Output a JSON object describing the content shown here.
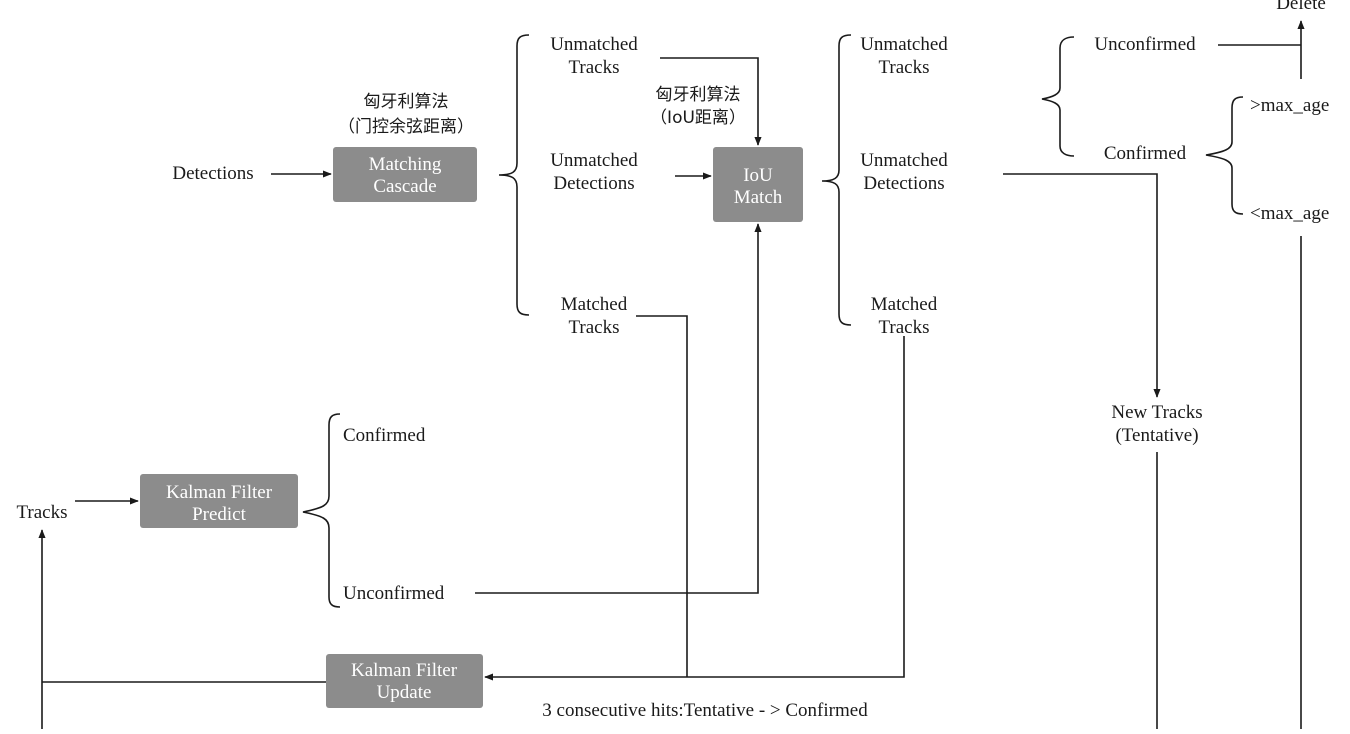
{
  "diagram": {
    "detections": "Detections",
    "tracks": "Tracks",
    "cascade_method_line1": "匈牙利算法",
    "cascade_method_line2": "（门控余弦距离）",
    "iou_method_line1": "匈牙利算法",
    "iou_method_line2": "（IoU距离）",
    "boxes": {
      "matching_cascade": [
        "Matching",
        "Cascade"
      ],
      "iou_match": [
        "IoU",
        "Match"
      ],
      "kf_predict": [
        "Kalman Filter",
        "Predict"
      ],
      "kf_update": [
        "Kalman Filter",
        "Update"
      ]
    },
    "cascade_outputs": {
      "unmatched_tracks": [
        "Unmatched",
        "Tracks"
      ],
      "unmatched_detections": [
        "Unmatched",
        "Detections"
      ],
      "matched_tracks": [
        "Matched",
        "Tracks"
      ]
    },
    "iou_outputs": {
      "unmatched_tracks": [
        "Unmatched",
        "Tracks"
      ],
      "unmatched_detections": [
        "Unmatched",
        "Detections"
      ],
      "matched_tracks": [
        "Matched",
        "Tracks"
      ]
    },
    "predict_outputs": {
      "confirmed": "Confirmed",
      "unconfirmed": "Unconfirmed"
    },
    "track_state": {
      "unconfirmed": "Unconfirmed",
      "confirmed": "Confirmed",
      "delete": "Delete",
      "gt_max_age": ">max_age",
      "lt_max_age": "<max_age"
    },
    "new_tracks": [
      "New Tracks",
      "(Tentative)"
    ],
    "confirm_rule": "3 consecutive hits:Tentative - > Confirmed",
    "colors": {
      "box_fill": "#8c8c8c",
      "box_text": "#ffffff",
      "line": "#1a1a1a"
    }
  }
}
